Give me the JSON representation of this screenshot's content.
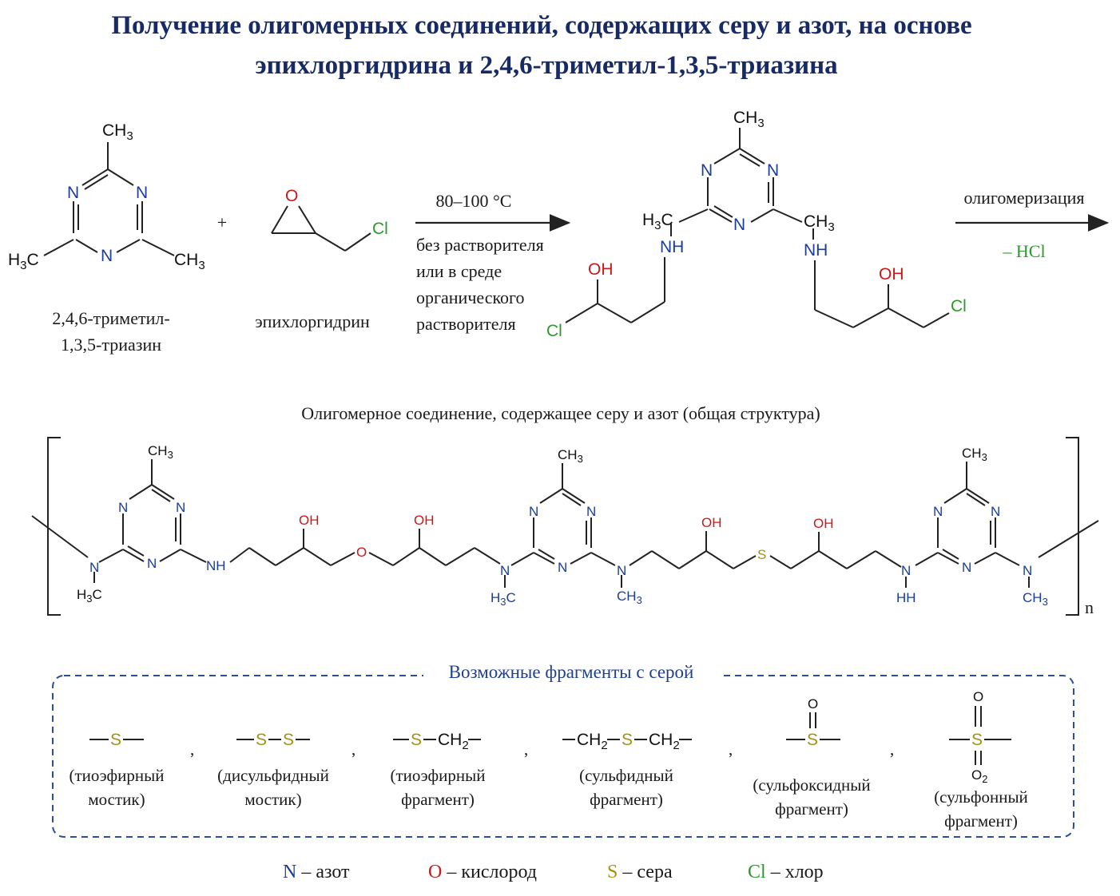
{
  "title": {
    "line1": "Получение олигомерных соединений, содержащих серу и азот, на основе",
    "line2": "эпихлоргидрина и 2,4,6-триметил-1,3,5-триазина"
  },
  "reaction": {
    "plus": "+",
    "reactant1_name_line1": "2,4,6-триметил-",
    "reactant1_name_line2": "1,3,5-триазин",
    "reactant2_name": "эпихлоргидрин",
    "conditions_temp": "80–100 °C",
    "conditions_line1": "без растворителя",
    "conditions_line2": "или в среде",
    "conditions_line3": "органического",
    "conditions_line4": "растворителя",
    "step2_label": "олигомеризация",
    "step2_byproduct": "– HCl"
  },
  "oligomer": {
    "caption": "Олигомерное соединение, содержащее серу и азот (общая структура)",
    "repeat_index": "n"
  },
  "fragments": {
    "title": "Возможные фрагменты с серой",
    "items": [
      {
        "formula": "—S—",
        "caption_line1": "(тиоэфирный",
        "caption_line2": "мостик)"
      },
      {
        "formula": "—S—S—",
        "caption_line1": "(дисульфидный",
        "caption_line2": "мостик)"
      },
      {
        "formula": "—S—CH₂—",
        "caption_line1": "(тиоэфирный",
        "caption_line2": "фрагмент)"
      },
      {
        "formula": "—CH₂—S—CH₂—",
        "caption_line1": "(сульфидный",
        "caption_line2": "фрагмент)"
      },
      {
        "formula": "sulfoxide",
        "caption_line1": "(сульфоксидный",
        "caption_line2": "фрагмент)"
      },
      {
        "formula": "sulfone",
        "caption_line1": "(сульфонный",
        "caption_line2": "фрагмент)"
      }
    ],
    "separator": ","
  },
  "legend": [
    {
      "symbol": "N",
      "text": " – азот",
      "color": "#1c3d9a"
    },
    {
      "symbol": "O",
      "text": " – кислород",
      "color": "#c81a1a"
    },
    {
      "symbol": "S",
      "text": " – сера",
      "color": "#a39312"
    },
    {
      "symbol": "Cl",
      "text": " – хлор",
      "color": "#2b9a2b"
    }
  ],
  "colors": {
    "title": "#172a66",
    "nitrogen": "#1c3d9a",
    "oxygen": "#c81a1a",
    "sulfur": "#a39312",
    "chlorine": "#2b9a2b",
    "frame": "#2b4d9a"
  }
}
